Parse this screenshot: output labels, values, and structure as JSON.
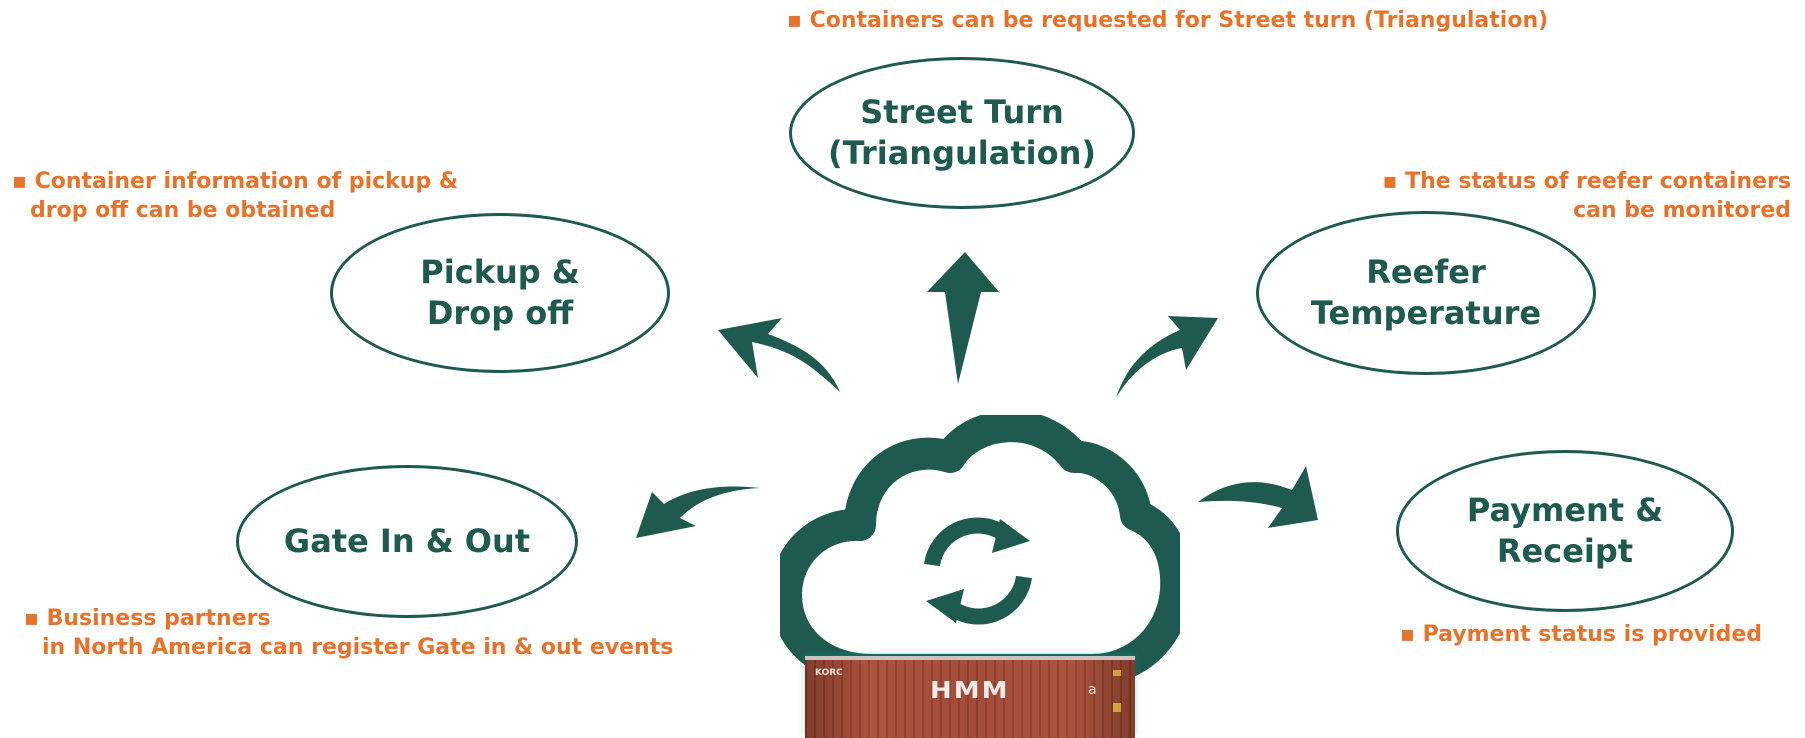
{
  "colors": {
    "primary": "#1e5a4f",
    "accent": "#e6732c",
    "container": "#9e4632"
  },
  "center": {
    "cloud_icon": "cloud-sync-icon",
    "container_brand": "HMM",
    "container_small_label": "KORC",
    "container_mark": "a"
  },
  "nodes": {
    "street_turn": {
      "lines": [
        "Street Turn",
        "(Triangulation)"
      ]
    },
    "pickup": {
      "lines": [
        "Pickup &",
        "Drop off"
      ]
    },
    "reefer": {
      "lines": [
        "Reefer",
        "Temperature"
      ]
    },
    "gate": {
      "lines": [
        "Gate In & Out"
      ]
    },
    "payment": {
      "lines": [
        "Payment &",
        "Receipt"
      ]
    }
  },
  "notes": {
    "street_turn": {
      "lines": [
        "▪ Containers can be requested for Street turn (Triangulation)"
      ]
    },
    "pickup": {
      "lines": [
        "▪ Container information of pickup &",
        "drop off can be obtained"
      ]
    },
    "reefer": {
      "lines": [
        "▪ The status of reefer containers",
        "can be monitored"
      ]
    },
    "gate": {
      "lines": [
        "▪ Business partners",
        "in North America can register Gate in & out events"
      ]
    },
    "payment": {
      "lines": [
        "▪ Payment status is provided"
      ]
    }
  }
}
